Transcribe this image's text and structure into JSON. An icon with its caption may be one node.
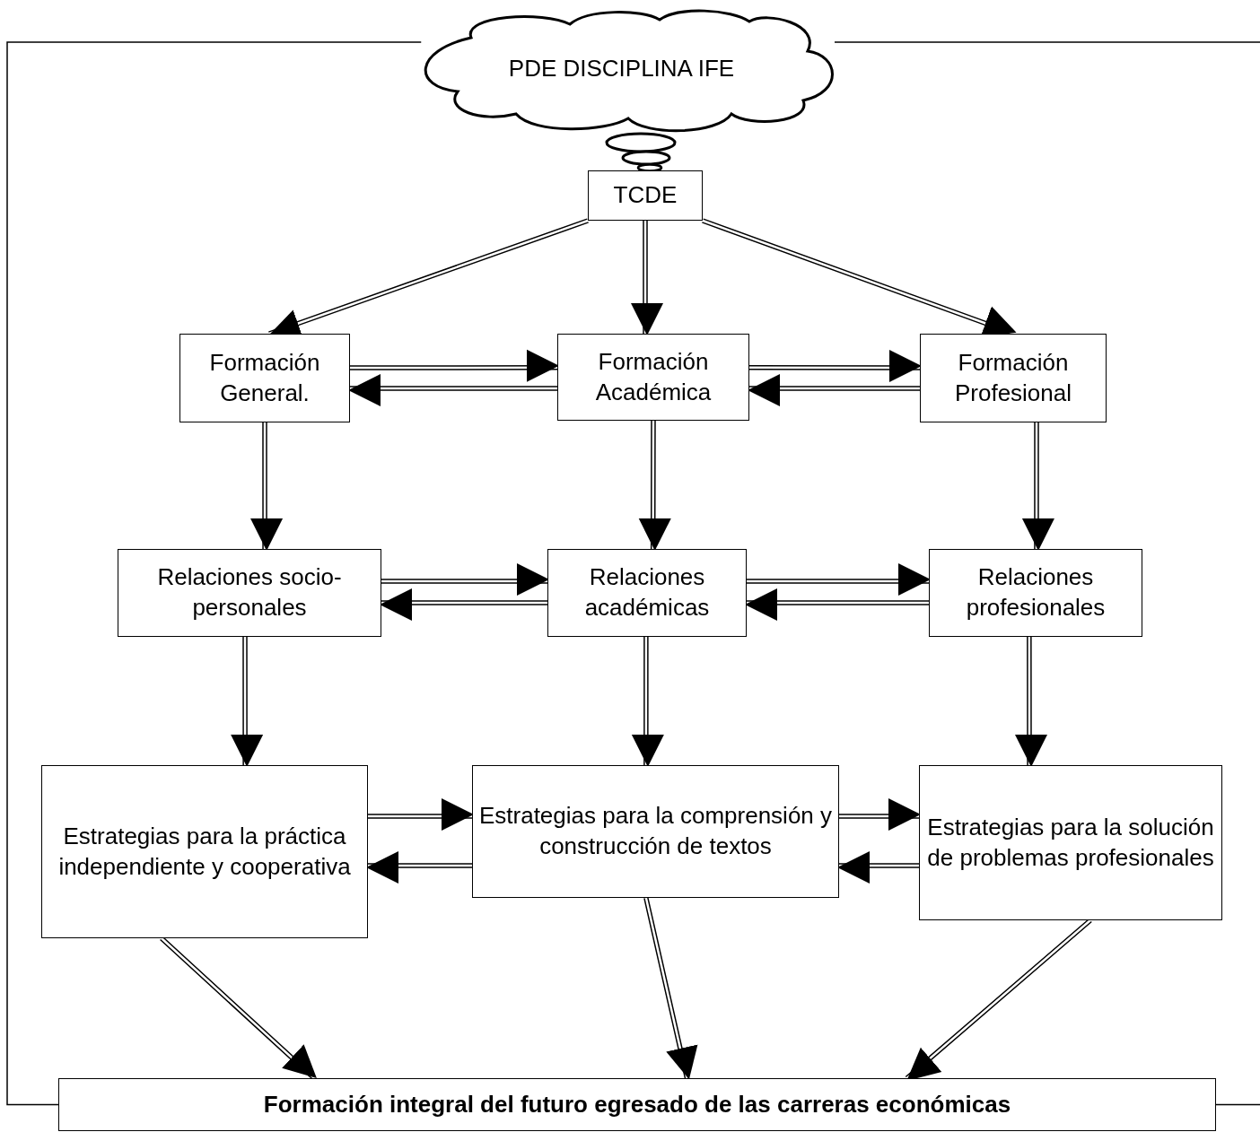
{
  "diagram": {
    "nodes": [
      {
        "text": [
          "PDE DISCIPLINA IFE"
        ]
      },
      {
        "text": [
          "TCDE"
        ]
      },
      {
        "text": [
          "Formación General."
        ]
      },
      {
        "text": [
          "Formación Académica"
        ]
      },
      {
        "text": [
          "Formación Profesional"
        ]
      },
      {
        "text": [
          "Relaciones socio-personales"
        ]
      },
      {
        "text": [
          "Relaciones académicas"
        ]
      },
      {
        "text": [
          "Relaciones profesionales"
        ]
      },
      {
        "text": [
          "Estrategias para la práctica independiente y cooperativa"
        ]
      },
      {
        "text": [
          "Estrategias para la comprensión y construcción de textos"
        ]
      },
      {
        "text": [
          "Estrategias para la solución de problemas profesionales"
        ]
      },
      {
        "text": [
          "Formación integral del futuro egresado de las carreras económicas"
        ]
      }
    ],
    "edges": [
      {
        "from": 1,
        "to": 2,
        "arrow": "to"
      },
      {
        "from": 1,
        "to": 3,
        "arrow": "to"
      },
      {
        "from": 1,
        "to": 4,
        "arrow": "to"
      },
      {
        "from": 2,
        "to": 3,
        "arrow": "to"
      },
      {
        "from": 3,
        "to": 2,
        "arrow": "to"
      },
      {
        "from": 3,
        "to": 4,
        "arrow": "to"
      },
      {
        "from": 4,
        "to": 3,
        "arrow": "to"
      },
      {
        "from": 2,
        "to": 5,
        "arrow": "to"
      },
      {
        "from": 3,
        "to": 6,
        "arrow": "to"
      },
      {
        "from": 4,
        "to": 7,
        "arrow": "to"
      },
      {
        "from": 5,
        "to": 6,
        "arrow": "to"
      },
      {
        "from": 6,
        "to": 5,
        "arrow": "to"
      },
      {
        "from": 6,
        "to": 7,
        "arrow": "to"
      },
      {
        "from": 7,
        "to": 6,
        "arrow": "to"
      },
      {
        "from": 5,
        "to": 8,
        "arrow": "to"
      },
      {
        "from": 6,
        "to": 9,
        "arrow": "to"
      },
      {
        "from": 7,
        "to": 10,
        "arrow": "to"
      },
      {
        "from": 8,
        "to": 9,
        "arrow": "to"
      },
      {
        "from": 9,
        "to": 8,
        "arrow": "to"
      },
      {
        "from": 9,
        "to": 10,
        "arrow": "to"
      },
      {
        "from": 10,
        "to": 9,
        "arrow": "to"
      },
      {
        "from": 8,
        "to": 11,
        "arrow": "to"
      },
      {
        "from": 9,
        "to": 11,
        "arrow": "to"
      },
      {
        "from": 10,
        "to": 11,
        "arrow": "to"
      },
      {
        "from": 11,
        "to": 0,
        "arrow": "none"
      },
      {
        "from": 0,
        "to": null,
        "arrow": "none"
      },
      {
        "from": 11,
        "to": null,
        "arrow": "none"
      }
    ]
  }
}
